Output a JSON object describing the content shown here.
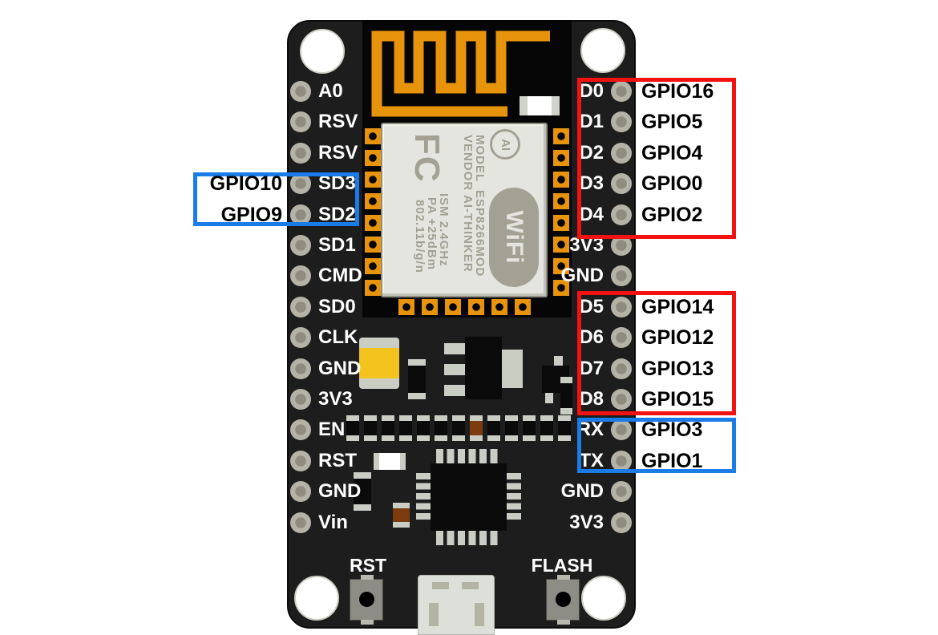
{
  "colors": {
    "background": "#ffffff",
    "board": "#1d1d1d",
    "module_black": "#060606",
    "antenna_orange": "#e8930c",
    "shield_silver": "#e5e5e0",
    "shield_print": "#a3a193",
    "red_box": "#f21212",
    "blue_box": "#1a7ce8",
    "pin_label": "#ffffff",
    "gpio_label": "#000000",
    "capacitor_yellow": "#f3c41d"
  },
  "module": {
    "fcc_logo": "FC",
    "model_label": "MODEL",
    "vendor_label": "VENDOR",
    "chip_name": "ESP8266MOD",
    "maker": "AI-THINKER",
    "ism": "ISM 2.4GHz",
    "pa": "PA +25dBm",
    "wifi_std": "802.11b/g/n",
    "ai_logo": "AI",
    "wifi_logo": "WiFi"
  },
  "buttons": {
    "rst": "RST",
    "flash": "FLASH"
  },
  "pins": {
    "left": [
      {
        "label": "A0"
      },
      {
        "label": "RSV"
      },
      {
        "label": "RSV"
      },
      {
        "label": "SD3"
      },
      {
        "label": "SD2"
      },
      {
        "label": "SD1"
      },
      {
        "label": "CMD"
      },
      {
        "label": "SD0"
      },
      {
        "label": "CLK"
      },
      {
        "label": "GND"
      },
      {
        "label": "3V3"
      },
      {
        "label": "EN"
      },
      {
        "label": "RST"
      },
      {
        "label": "GND"
      },
      {
        "label": "Vin"
      }
    ],
    "right": [
      {
        "label": "D0",
        "gpio": "GPIO16"
      },
      {
        "label": "D1",
        "gpio": "GPIO5"
      },
      {
        "label": "D2",
        "gpio": "GPIO4"
      },
      {
        "label": "D3",
        "gpio": "GPIO0"
      },
      {
        "label": "D4",
        "gpio": "GPIO2"
      },
      {
        "label": "3V3",
        "gpio": ""
      },
      {
        "label": "GND",
        "gpio": ""
      },
      {
        "label": "D5",
        "gpio": "GPIO14"
      },
      {
        "label": "D6",
        "gpio": "GPIO12"
      },
      {
        "label": "D7",
        "gpio": "GPIO13"
      },
      {
        "label": "D8",
        "gpio": "GPIO15"
      },
      {
        "label": "RX",
        "gpio": "GPIO3"
      },
      {
        "label": "TX",
        "gpio": "GPIO1"
      },
      {
        "label": "GND",
        "gpio": ""
      },
      {
        "label": "3V3",
        "gpio": ""
      }
    ]
  },
  "annotations": {
    "left_blue_box": [
      {
        "gpio": "GPIO10"
      },
      {
        "gpio": "GPIO9"
      }
    ]
  }
}
